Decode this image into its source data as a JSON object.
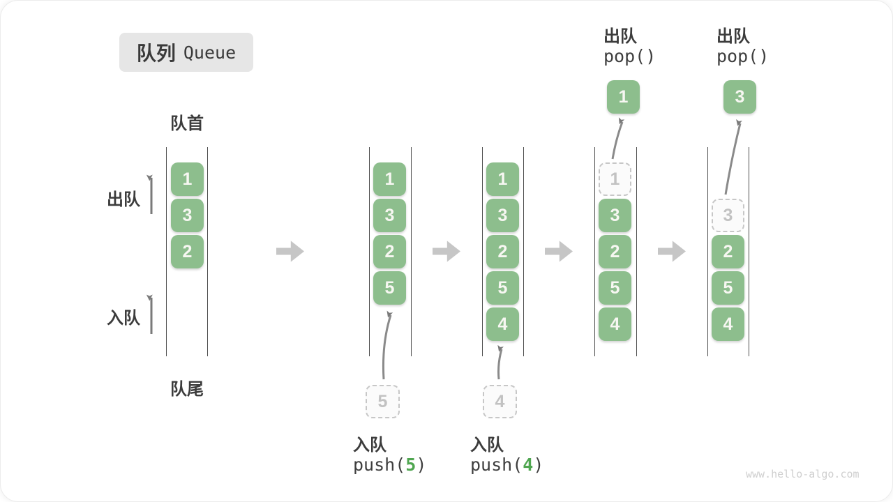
{
  "title": {
    "zh": "队列",
    "en": "Queue"
  },
  "front_label": "队首",
  "rear_label": "队尾",
  "side": {
    "dequeue": "出队",
    "enqueue": "入队"
  },
  "ops": {
    "push5": {
      "label": "入队",
      "fn": "push(",
      "arg": "5",
      "close": ")"
    },
    "push4": {
      "label": "入队",
      "fn": "push(",
      "arg": "4",
      "close": ")"
    },
    "pop1": {
      "label": "出队",
      "code": "pop()"
    },
    "pop2": {
      "label": "出队",
      "code": "pop()"
    }
  },
  "states": [
    {
      "boxes": [
        "1",
        "3",
        "2"
      ]
    },
    {
      "boxes": [
        "1",
        "3",
        "2",
        "5"
      ],
      "incoming": "5"
    },
    {
      "boxes": [
        "1",
        "3",
        "2",
        "5",
        "4"
      ],
      "incoming": "4"
    },
    {
      "ghost": "1",
      "boxes": [
        "3",
        "2",
        "5",
        "4"
      ],
      "popped": "1"
    },
    {
      "ghost": "3",
      "boxes": [
        "2",
        "5",
        "4"
      ],
      "popped": "3"
    }
  ],
  "watermark": "www.hello-algo.com",
  "colors": {
    "item_green": "#8dbe8d",
    "item_text": "#f7f7f2",
    "accent_green": "#4fa650",
    "ghost_border": "#c7c7c7",
    "ghost_text": "#c2c2c2",
    "label_text": "#3c3c3c",
    "rail_line": "#4e4e4e",
    "thin_arrow": "#7a7a7a",
    "block_arrow": "#c6c6c6",
    "title_bg": "#e6e6e6",
    "watermark_text": "#cfcfcf"
  }
}
